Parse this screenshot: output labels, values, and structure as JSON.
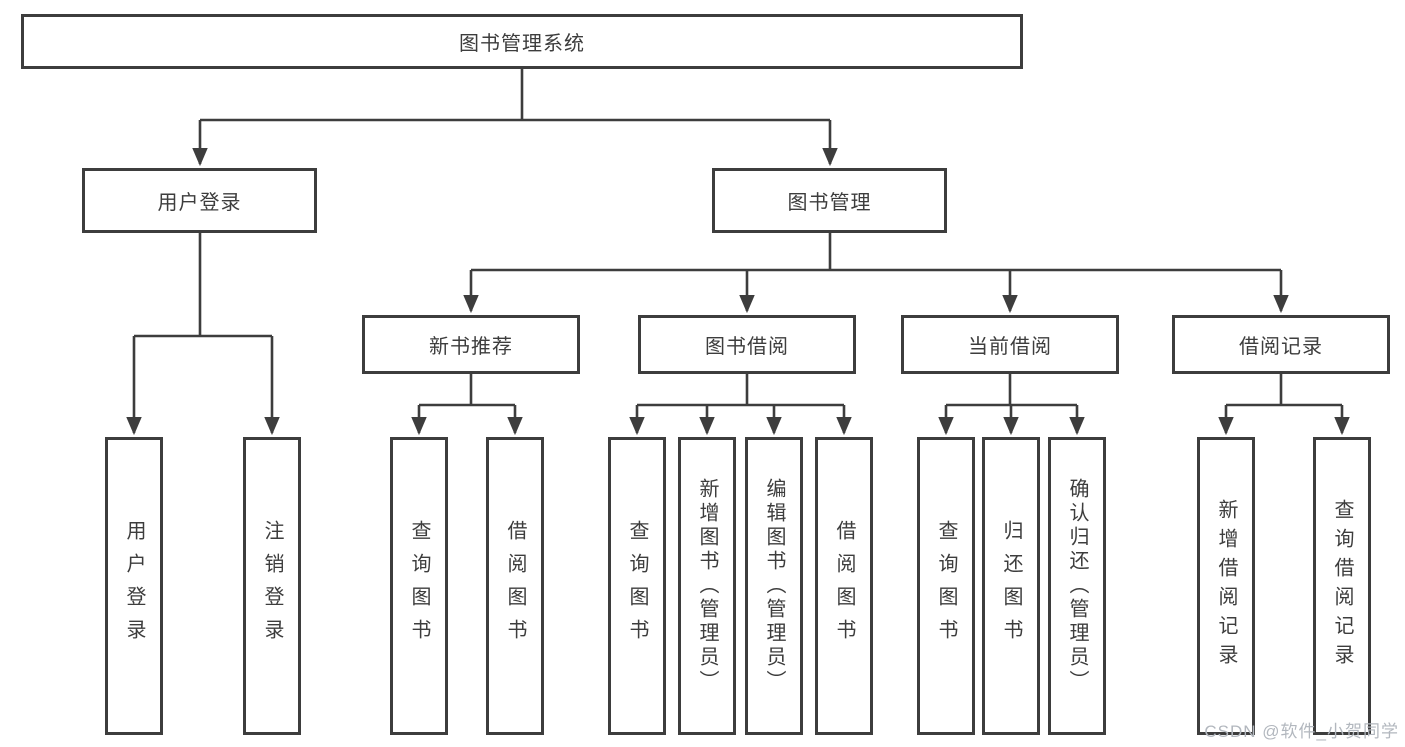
{
  "colors": {
    "line": "#3d3d3d",
    "box_border": "#3d3d3d",
    "text": "#3d3d3d",
    "background": "#ffffff",
    "watermark": "#b2b7be"
  },
  "tree": {
    "root": {
      "label": "图书管理系统"
    },
    "children": [
      {
        "label": "用户登录",
        "children": [
          {
            "label": "用户登录"
          },
          {
            "label": "注销登录"
          }
        ]
      },
      {
        "label": "图书管理",
        "children": [
          {
            "label": "新书推荐",
            "children": [
              {
                "label": "查询图书"
              },
              {
                "label": "借阅图书"
              }
            ]
          },
          {
            "label": "图书借阅",
            "children": [
              {
                "label": "查询图书"
              },
              {
                "label": "新增图书（管理员）"
              },
              {
                "label": "编辑图书（管理员）"
              },
              {
                "label": "借阅图书"
              }
            ]
          },
          {
            "label": "当前借阅",
            "children": [
              {
                "label": "查询图书"
              },
              {
                "label": "归还图书"
              },
              {
                "label": "确认归还（管理员）"
              }
            ]
          },
          {
            "label": "借阅记录",
            "children": [
              {
                "label": "新增借阅记录"
              },
              {
                "label": "查询借阅记录"
              }
            ]
          }
        ]
      }
    ]
  },
  "watermark": {
    "text": "CSDN @软件_小贺同学"
  }
}
